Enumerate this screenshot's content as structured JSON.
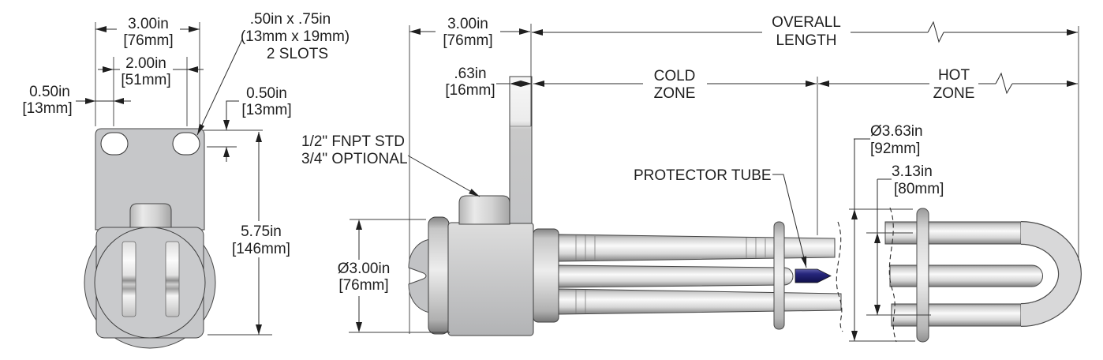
{
  "front_view": {
    "width_in": "3.00in",
    "width_mm": "[76mm]",
    "slot_spacing_in": "2.00in",
    "slot_spacing_mm": "[51mm]",
    "edge_offset_in": "0.50in",
    "edge_offset_mm": "[13mm]",
    "slot_note_1": ".50in x .75in",
    "slot_note_2": "(13mm x 19mm)",
    "slot_note_3": "2 SLOTS",
    "slot_top_in": "0.50in",
    "slot_top_mm": "[13mm]",
    "height_in": "5.75in",
    "height_mm": "[146mm]"
  },
  "side_view": {
    "bracket_in": "3.00in",
    "bracket_mm": "[76mm]",
    "plate_in": ".63in",
    "plate_mm": "[16mm]",
    "overall_1": "OVERALL",
    "overall_2": "LENGTH",
    "cold_1": "COLD",
    "cold_2": "ZONE",
    "hot_1": "HOT",
    "hot_2": "ZONE",
    "fitting_1": "1/2\" FNPT STD",
    "fitting_2": "3/4\" OPTIONAL",
    "protector_label": "PROTECTOR TUBE",
    "flange_dia_in": "Ø3.00in",
    "flange_dia_mm": "[76mm]",
    "element_dia_in": "Ø3.63in",
    "element_dia_mm": "[92mm]",
    "pitch_in": "3.13in",
    "pitch_mm": "[80mm]"
  },
  "colors": {
    "background": "#ffffff",
    "line": "#2b2b2b",
    "metal_mid": "#c6c7c9",
    "metal_light": "#ededed",
    "metal_dark": "#848484",
    "protector_tube": "#1b1b5e"
  }
}
